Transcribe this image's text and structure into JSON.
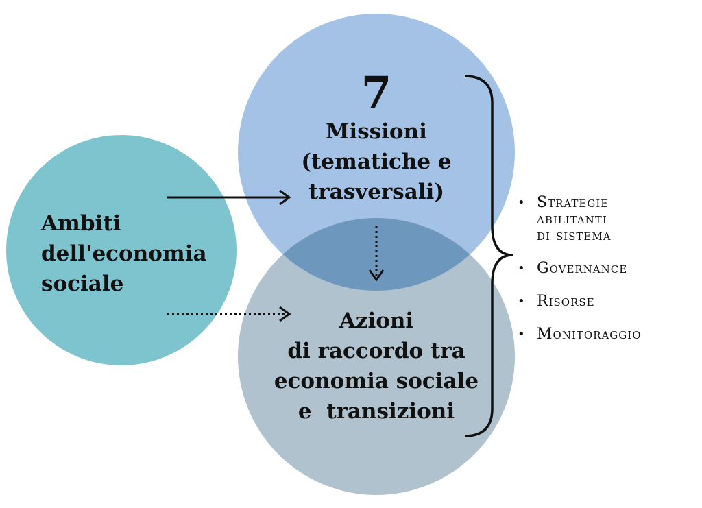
{
  "colors": {
    "left_circle": "#7ec4cf",
    "top_circle": "#a4c2e6",
    "bottom_circle": "#afc2cd",
    "overlap": "#6e97bd",
    "ink": "#111111"
  },
  "left_circle": {
    "label": "Ambiti\ndell'economia\nsociale"
  },
  "top_circle": {
    "number": "7",
    "label": "Missioni\n(tematiche e\ntrasversali)"
  },
  "bottom_circle": {
    "label": "Azioni\ndi raccordo tra\neconomia sociale\ne  transizioni"
  },
  "bullet_list": [
    {
      "label": "Strategie\nabilitanti\ndi sistema"
    },
    {
      "label": "Governance"
    },
    {
      "label": "Risorse"
    },
    {
      "label": "Monitoraggio"
    }
  ],
  "icons": {
    "solid_arrow": "arrow-right-solid-icon",
    "dotted_arrow_right": "arrow-right-dotted-icon",
    "dotted_arrow_down": "arrow-down-dotted-icon",
    "brace": "curly-brace-icon"
  }
}
